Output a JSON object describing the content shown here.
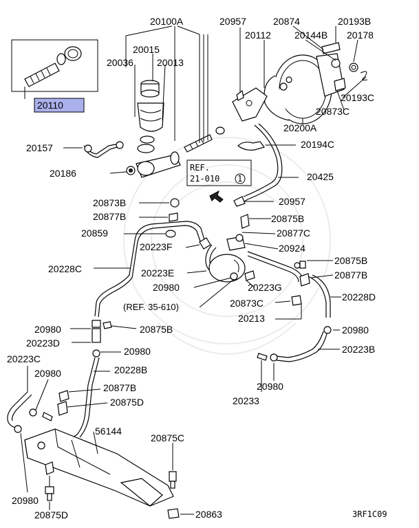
{
  "labels": {
    "p20100A": "20100A",
    "p20957a": "20957",
    "p20874": "20874",
    "p20193B": "20193B",
    "p20015": "20015",
    "p20112": "20112",
    "p20144B": "20144B",
    "p20178": "20178",
    "p20036": "20036",
    "p20013": "20013",
    "p20110": "20110",
    "p20193C": "20193C",
    "p20873C_top": "20873C",
    "p20200A": "20200A",
    "p20157": "20157",
    "p20194C": "20194C",
    "p20186": "20186",
    "p20425": "20425",
    "p20873B": "20873B",
    "p20957b": "20957",
    "p20877B_a": "20877B",
    "p20875B_a": "20875B",
    "p20859": "20859",
    "p20877C": "20877C",
    "p20223F": "20223F",
    "p20924": "20924",
    "p20228C": "20228C",
    "p20875B_b": "20875B",
    "p20223E": "20223E",
    "p20877B_b": "20877B",
    "p20980_a": "20980",
    "p20223G": "20223G",
    "p20228D": "20228D",
    "p20873C_mid": "20873C",
    "p20213": "20213",
    "p20980_b": "20980",
    "p20875B_c": "20875B",
    "p20980_c": "20980",
    "p20223D": "20223D",
    "p20223B": "20223B",
    "p20980_d": "20980",
    "p20223C": "20223C",
    "p20228B": "20228B",
    "p20980_e": "20980",
    "p20980_f": "20980",
    "p20877B_c": "20877B",
    "p20233": "20233",
    "p20875D_a": "20875D",
    "p56144": "56144",
    "p20875C": "20875C",
    "p20980_g": "20980",
    "p20863": "20863",
    "p20875D_b": "20875D"
  },
  "references": {
    "ref1_line1": "REF.",
    "ref1_line2": "21-010",
    "ref1_circle": "1",
    "ref2": "(REF. 35-610)"
  },
  "footer": {
    "code": "3RF1C09"
  },
  "colors": {
    "highlight": "#aab0ec",
    "ink": "#000000"
  }
}
